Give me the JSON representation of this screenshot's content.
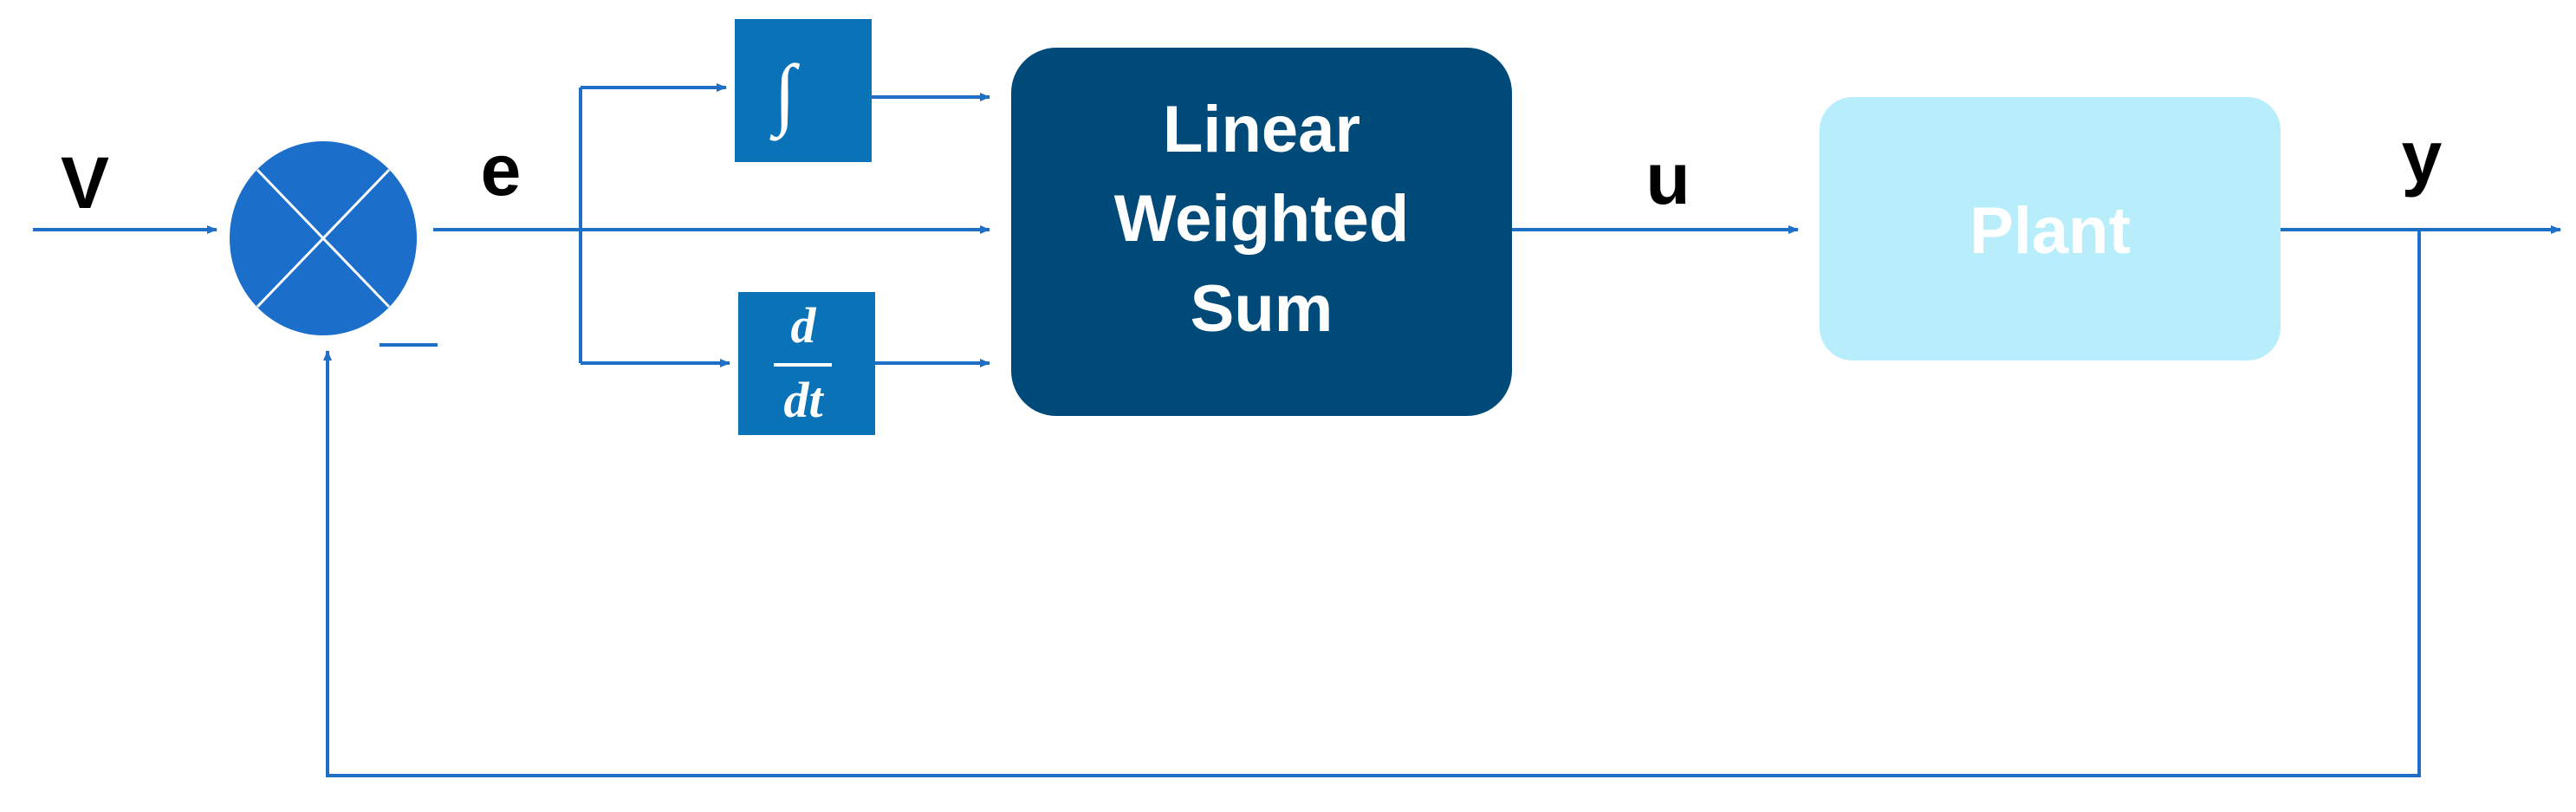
{
  "signals": {
    "input": "V",
    "error": "e",
    "control": "u",
    "output": "y",
    "feedback_sign": "—"
  },
  "blocks": {
    "integral": {
      "symbol": "∫"
    },
    "derivative": {
      "numerator": "d",
      "denominator": "dt"
    },
    "weighted_sum": {
      "line1": "Linear",
      "line2": "Weighted",
      "line3": "Sum"
    },
    "plant": {
      "label": "Plant"
    }
  },
  "colors": {
    "wire": "#1f6fc7",
    "summing_junction": "#1b6fcb",
    "small_blocks": "#0a72b6",
    "weighted_sum_block": "#004a7a",
    "plant_block": "#b8eefc",
    "plant_text": "#ffffff",
    "label_text": "#000000"
  }
}
